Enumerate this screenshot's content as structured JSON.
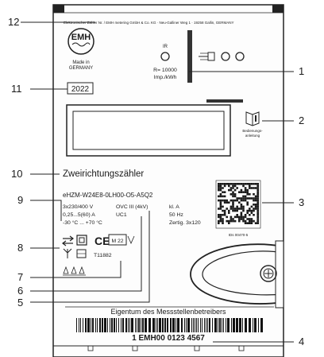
{
  "callouts": [
    "1",
    "2",
    "3",
    "4",
    "5",
    "6",
    "7",
    "8",
    "9",
    "10",
    "11",
    "12"
  ],
  "header_text": "Elektronischer Zähler Nr. / EMH metering GmbH & Co. KG · Neu-Galliner Weg 1 · 19258 Gallin, GERMANY",
  "logo": {
    "name": "EMH",
    "made_in": "Made in",
    "country": "GERMANY"
  },
  "year": "2022",
  "ir": {
    "label": "IR",
    "constant": "R= 10000",
    "unit": "Imp./kWh"
  },
  "manual": {
    "line1": "Bedienungs-",
    "line2": "anleitung"
  },
  "meter_type": "Zweirichtungszähler",
  "model": "eHZM-W24E8-0LH00-O5-A5Q2",
  "specs": {
    "voltage": "3x230/400 V",
    "current": "0,25...5(60) A",
    "temp": "-30 °C ... +70 °C",
    "ovc": "OVC III (4kV)",
    "uc": "UC1",
    "class": "kl. A",
    "freq": "50 Hz",
    "norm": "Zertig. 3x120"
  },
  "marks": {
    "ce": "CE",
    "m22": "M 22",
    "cert": "T11882"
  },
  "id_label": "IDs 00470-5",
  "owner": "Eigentum des Messstellenbetreibers",
  "serial": "1 EMH00 0123 4567"
}
